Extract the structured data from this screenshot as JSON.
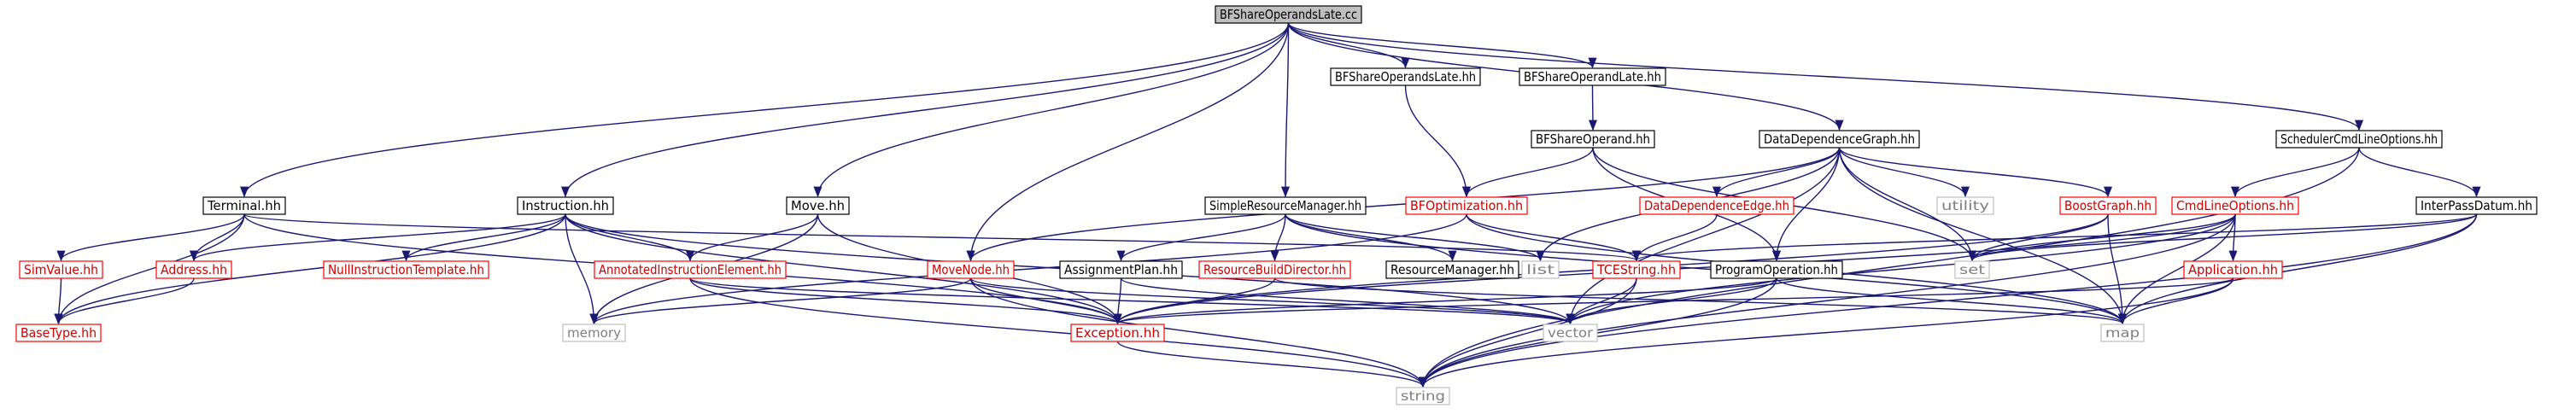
{
  "colors": {
    "edge": "#191970",
    "root_fill": "#bfbfbf",
    "root_border": "#000000",
    "normal_border": "#000000",
    "highlight_border": "#ff0000",
    "external_border": "#bfbfbf",
    "external_text": "#7f7f7f",
    "highlight_text": "#cc0000",
    "text": "#000000"
  },
  "nodes": {
    "BFShareOperandsLate_cc": {
      "label": "BFShareOperandsLate.cc",
      "kind": "root"
    },
    "BFShareOperandsLate_hh": {
      "label": "BFShareOperandsLate.hh",
      "kind": "normal"
    },
    "BFShareOperandLate_hh": {
      "label": "BFShareOperandLate.hh",
      "kind": "normal"
    },
    "BFShareOperand_hh": {
      "label": "BFShareOperand.hh",
      "kind": "normal"
    },
    "DataDependenceGraph_hh": {
      "label": "DataDependenceGraph.hh",
      "kind": "normal"
    },
    "SchedulerCmdLineOptions_hh": {
      "label": "SchedulerCmdLineOptions.hh",
      "kind": "normal"
    },
    "Terminal_hh": {
      "label": "Terminal.hh",
      "kind": "normal"
    },
    "Instruction_hh": {
      "label": "Instruction.hh",
      "kind": "normal"
    },
    "Move_hh": {
      "label": "Move.hh",
      "kind": "normal"
    },
    "SimpleResourceManager_hh": {
      "label": "SimpleResourceManager.hh",
      "kind": "normal"
    },
    "BFOptimization_hh": {
      "label": "BFOptimization.hh",
      "kind": "highlight"
    },
    "DataDependenceEdge_hh": {
      "label": "DataDependenceEdge.hh",
      "kind": "highlight"
    },
    "utility": {
      "label": "utility",
      "kind": "external"
    },
    "BoostGraph_hh": {
      "label": "BoostGraph.hh",
      "kind": "highlight"
    },
    "CmdLineOptions_hh": {
      "label": "CmdLineOptions.hh",
      "kind": "highlight"
    },
    "InterPassDatum_hh": {
      "label": "InterPassDatum.hh",
      "kind": "normal"
    },
    "SimValue_hh": {
      "label": "SimValue.hh",
      "kind": "highlight"
    },
    "Address_hh": {
      "label": "Address.hh",
      "kind": "highlight"
    },
    "NullInstructionTemplate_hh": {
      "label": "NullInstructionTemplate.hh",
      "kind": "highlight"
    },
    "AnnotatedInstructionElement_hh": {
      "label": "AnnotatedInstructionElement.hh",
      "kind": "highlight"
    },
    "MoveNode_hh": {
      "label": "MoveNode.hh",
      "kind": "highlight"
    },
    "AssignmentPlan_hh": {
      "label": "AssignmentPlan.hh",
      "kind": "normal"
    },
    "ResourceBuildDirector_hh": {
      "label": "ResourceBuildDirector.hh",
      "kind": "highlight"
    },
    "ResourceManager_hh": {
      "label": "ResourceManager.hh",
      "kind": "normal"
    },
    "list": {
      "label": "list",
      "kind": "external"
    },
    "TCEString_hh": {
      "label": "TCEString.hh",
      "kind": "highlight"
    },
    "ProgramOperation_hh": {
      "label": "ProgramOperation.hh",
      "kind": "normal"
    },
    "set": {
      "label": "set",
      "kind": "external"
    },
    "Application_hh": {
      "label": "Application.hh",
      "kind": "highlight"
    },
    "BaseType_hh": {
      "label": "BaseType.hh",
      "kind": "highlight"
    },
    "memory": {
      "label": "memory",
      "kind": "external"
    },
    "Exception_hh": {
      "label": "Exception.hh",
      "kind": "highlight"
    },
    "vector": {
      "label": "vector",
      "kind": "external"
    },
    "map": {
      "label": "map",
      "kind": "external"
    },
    "string": {
      "label": "string",
      "kind": "external"
    }
  },
  "edges": [
    [
      "BFShareOperandsLate_cc",
      "BFShareOperandsLate_hh"
    ],
    [
      "BFShareOperandsLate_cc",
      "BFShareOperandLate_hh"
    ],
    [
      "BFShareOperandsLate_cc",
      "DataDependenceGraph_hh"
    ],
    [
      "BFShareOperandsLate_cc",
      "SchedulerCmdLineOptions_hh"
    ],
    [
      "BFShareOperandsLate_cc",
      "Terminal_hh"
    ],
    [
      "BFShareOperandsLate_cc",
      "Instruction_hh"
    ],
    [
      "BFShareOperandsLate_cc",
      "Move_hh"
    ],
    [
      "BFShareOperandsLate_cc",
      "SimpleResourceManager_hh"
    ],
    [
      "BFShareOperandsLate_cc",
      "MoveNode_hh"
    ],
    [
      "BFShareOperandsLate_hh",
      "BFOptimization_hh"
    ],
    [
      "BFShareOperandLate_hh",
      "BFShareOperand_hh"
    ],
    [
      "BFShareOperand_hh",
      "BFOptimization_hh"
    ],
    [
      "BFShareOperand_hh",
      "ProgramOperation_hh"
    ],
    [
      "BFShareOperand_hh",
      "set"
    ],
    [
      "DataDependenceGraph_hh",
      "DataDependenceEdge_hh"
    ],
    [
      "DataDependenceGraph_hh",
      "utility"
    ],
    [
      "DataDependenceGraph_hh",
      "BoostGraph_hh"
    ],
    [
      "DataDependenceGraph_hh",
      "MoveNode_hh"
    ],
    [
      "DataDependenceGraph_hh",
      "list"
    ],
    [
      "DataDependenceGraph_hh",
      "ProgramOperation_hh"
    ],
    [
      "DataDependenceGraph_hh",
      "set"
    ],
    [
      "DataDependenceGraph_hh",
      "vector"
    ],
    [
      "DataDependenceGraph_hh",
      "map"
    ],
    [
      "SchedulerCmdLineOptions_hh",
      "CmdLineOptions_hh"
    ],
    [
      "SchedulerCmdLineOptions_hh",
      "InterPassDatum_hh"
    ],
    [
      "SchedulerCmdLineOptions_hh",
      "string"
    ],
    [
      "Terminal_hh",
      "SimValue_hh"
    ],
    [
      "Terminal_hh",
      "Address_hh"
    ],
    [
      "Terminal_hh",
      "BaseType_hh"
    ],
    [
      "Terminal_hh",
      "Exception_hh"
    ],
    [
      "Terminal_hh",
      "TCEString_hh"
    ],
    [
      "Instruction_hh",
      "Address_hh"
    ],
    [
      "Instruction_hh",
      "NullInstructionTemplate_hh"
    ],
    [
      "Instruction_hh",
      "AnnotatedInstructionElement_hh"
    ],
    [
      "Instruction_hh",
      "memory"
    ],
    [
      "Instruction_hh",
      "Exception_hh"
    ],
    [
      "Instruction_hh",
      "vector"
    ],
    [
      "Instruction_hh",
      "BaseType_hh"
    ],
    [
      "Move_hh",
      "AnnotatedInstructionElement_hh"
    ],
    [
      "Move_hh",
      "Exception_hh"
    ],
    [
      "Move_hh",
      "memory"
    ],
    [
      "SimpleResourceManager_hh",
      "AssignmentPlan_hh"
    ],
    [
      "SimpleResourceManager_hh",
      "ResourceBuildDirector_hh"
    ],
    [
      "SimpleResourceManager_hh",
      "ResourceManager_hh"
    ],
    [
      "SimpleResourceManager_hh",
      "list"
    ],
    [
      "SimpleResourceManager_hh",
      "map"
    ],
    [
      "BFOptimization_hh",
      "memory"
    ],
    [
      "BFOptimization_hh",
      "TCEString_hh"
    ],
    [
      "BFOptimization_hh",
      "map"
    ],
    [
      "DataDependenceEdge_hh",
      "TCEString_hh"
    ],
    [
      "BoostGraph_hh",
      "set"
    ],
    [
      "BoostGraph_hh",
      "Exception_hh"
    ],
    [
      "BoostGraph_hh",
      "map"
    ],
    [
      "CmdLineOptions_hh",
      "set"
    ],
    [
      "CmdLineOptions_hh",
      "Application_hh"
    ],
    [
      "CmdLineOptions_hh",
      "Exception_hh"
    ],
    [
      "CmdLineOptions_hh",
      "vector"
    ],
    [
      "CmdLineOptions_hh",
      "map"
    ],
    [
      "CmdLineOptions_hh",
      "string"
    ],
    [
      "InterPassDatum_hh",
      "set"
    ],
    [
      "InterPassDatum_hh",
      "map"
    ],
    [
      "InterPassDatum_hh",
      "string"
    ],
    [
      "InterPassDatum_hh",
      "TCEString_hh"
    ],
    [
      "SimValue_hh",
      "BaseType_hh"
    ],
    [
      "Address_hh",
      "BaseType_hh"
    ],
    [
      "AnnotatedInstructionElement_hh",
      "Exception_hh"
    ],
    [
      "AnnotatedInstructionElement_hh",
      "string"
    ],
    [
      "AnnotatedInstructionElement_hh",
      "vector"
    ],
    [
      "MoveNode_hh",
      "Exception_hh"
    ],
    [
      "MoveNode_hh",
      "memory"
    ],
    [
      "MoveNode_hh",
      "string"
    ],
    [
      "MoveNode_hh",
      "vector"
    ],
    [
      "AssignmentPlan_hh",
      "Exception_hh"
    ],
    [
      "AssignmentPlan_hh",
      "vector"
    ],
    [
      "ResourceBuildDirector_hh",
      "Exception_hh"
    ],
    [
      "ResourceBuildDirector_hh",
      "map"
    ],
    [
      "TCEString_hh",
      "string"
    ],
    [
      "TCEString_hh",
      "vector"
    ],
    [
      "ProgramOperation_hh",
      "vector"
    ],
    [
      "ProgramOperation_hh",
      "string"
    ],
    [
      "ProgramOperation_hh",
      "map"
    ],
    [
      "ProgramOperation_hh",
      "Exception_hh"
    ],
    [
      "Application_hh",
      "Exception_hh"
    ],
    [
      "Application_hh",
      "map"
    ],
    [
      "Application_hh",
      "string"
    ],
    [
      "Exception_hh",
      "string"
    ]
  ]
}
